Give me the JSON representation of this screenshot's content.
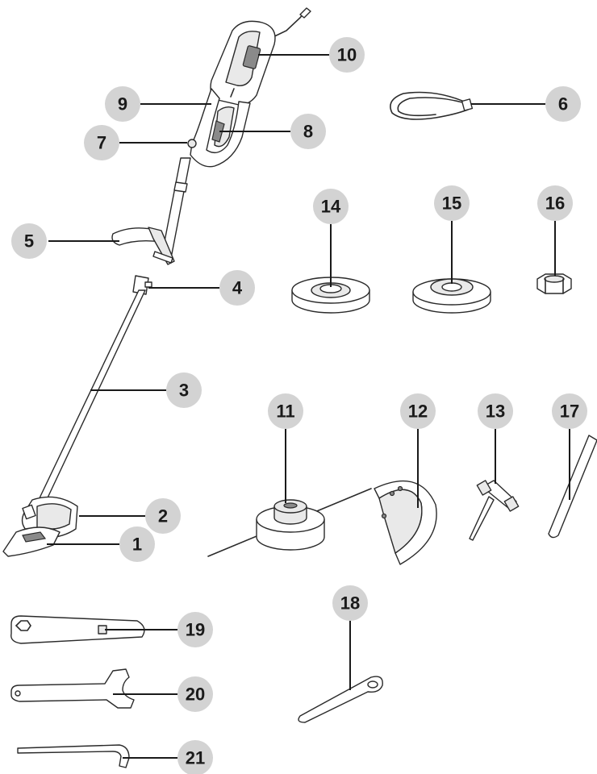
{
  "callouts": [
    {
      "number": "1",
      "target": "blade-guard-base"
    },
    {
      "number": "2",
      "target": "guard"
    },
    {
      "number": "3",
      "target": "shaft"
    },
    {
      "number": "4",
      "target": "shaft-coupling"
    },
    {
      "number": "5",
      "target": "auxiliary-handle"
    },
    {
      "number": "6",
      "target": "cable-loop"
    },
    {
      "number": "7",
      "target": "lock-button"
    },
    {
      "number": "8",
      "target": "trigger"
    },
    {
      "number": "9",
      "target": "rear-handle"
    },
    {
      "number": "10",
      "target": "motor-housing"
    },
    {
      "number": "11",
      "target": "trimmer-head"
    },
    {
      "number": "12",
      "target": "blade-guard"
    },
    {
      "number": "13",
      "target": "t-wrench"
    },
    {
      "number": "14",
      "target": "flange-washer"
    },
    {
      "number": "15",
      "target": "cup-washer"
    },
    {
      "number": "16",
      "target": "nut"
    },
    {
      "number": "17",
      "target": "rod"
    },
    {
      "number": "18",
      "target": "locking-pin"
    },
    {
      "number": "19",
      "target": "spanner"
    },
    {
      "number": "20",
      "target": "open-wrench"
    },
    {
      "number": "21",
      "target": "hex-key"
    }
  ]
}
